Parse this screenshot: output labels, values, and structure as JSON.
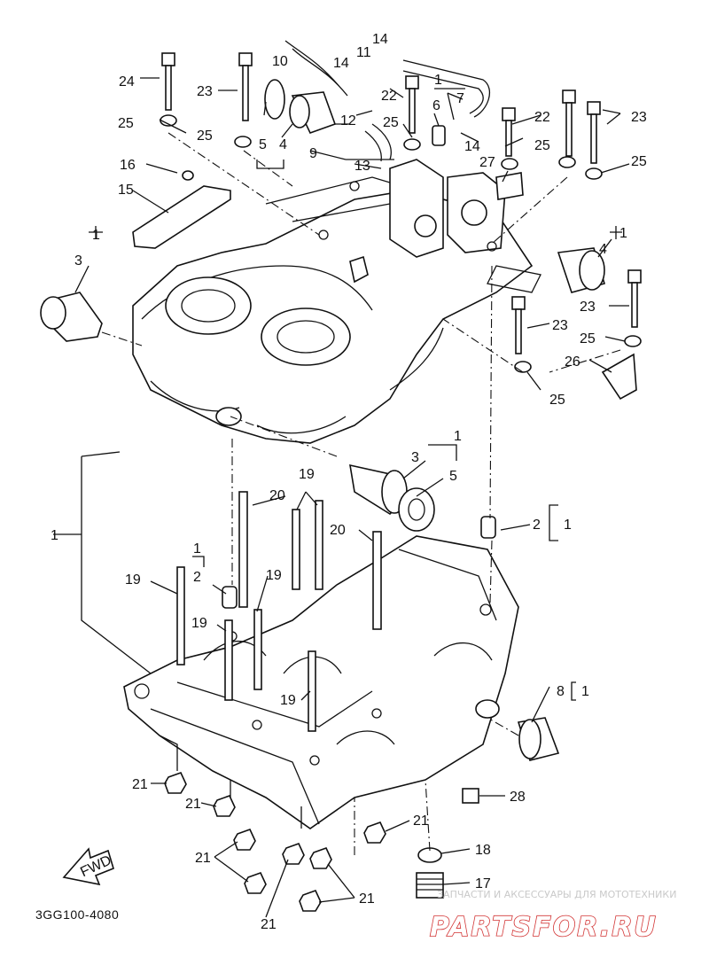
{
  "diagram": {
    "code": "3GG100-4080",
    "fwd_text": "FWD",
    "callouts": [
      {
        "id": "c24",
        "text": "24"
      },
      {
        "id": "c23a",
        "text": "23"
      },
      {
        "id": "c25a",
        "text": "25"
      },
      {
        "id": "c25b",
        "text": "25"
      },
      {
        "id": "c10",
        "text": "10"
      },
      {
        "id": "c11",
        "text": "11"
      },
      {
        "id": "c14a",
        "text": "14"
      },
      {
        "id": "c14b",
        "text": "14"
      },
      {
        "id": "c22a",
        "text": "22"
      },
      {
        "id": "c1a",
        "text": "1"
      },
      {
        "id": "c7",
        "text": "7"
      },
      {
        "id": "c6",
        "text": "6"
      },
      {
        "id": "c12",
        "text": "12"
      },
      {
        "id": "c25c",
        "text": "25"
      },
      {
        "id": "c5a",
        "text": "5"
      },
      {
        "id": "c4a",
        "text": "4"
      },
      {
        "id": "c9",
        "text": "9"
      },
      {
        "id": "c13",
        "text": "13"
      },
      {
        "id": "c14c",
        "text": "14"
      },
      {
        "id": "c22b",
        "text": "22"
      },
      {
        "id": "c23b",
        "text": "23"
      },
      {
        "id": "c25d",
        "text": "25"
      },
      {
        "id": "c25e",
        "text": "25"
      },
      {
        "id": "c27",
        "text": "27"
      },
      {
        "id": "c16",
        "text": "16"
      },
      {
        "id": "c15",
        "text": "15"
      },
      {
        "id": "c1b",
        "text": "1"
      },
      {
        "id": "c3a",
        "text": "3"
      },
      {
        "id": "c1c",
        "text": "1"
      },
      {
        "id": "c4b",
        "text": "4"
      },
      {
        "id": "c23c",
        "text": "23"
      },
      {
        "id": "c23d",
        "text": "23"
      },
      {
        "id": "c25f",
        "text": "25"
      },
      {
        "id": "c26",
        "text": "26"
      },
      {
        "id": "c25g",
        "text": "25"
      },
      {
        "id": "c1d",
        "text": "1"
      },
      {
        "id": "c3b",
        "text": "3"
      },
      {
        "id": "c5b",
        "text": "5"
      },
      {
        "id": "c19a",
        "text": "19"
      },
      {
        "id": "c20a",
        "text": "20"
      },
      {
        "id": "c2a",
        "text": "2"
      },
      {
        "id": "c1e",
        "text": "1"
      },
      {
        "id": "c20b",
        "text": "20"
      },
      {
        "id": "c1f",
        "text": "1"
      },
      {
        "id": "c1g",
        "text": "1"
      },
      {
        "id": "c2b",
        "text": "2"
      },
      {
        "id": "c19b",
        "text": "19"
      },
      {
        "id": "c19c",
        "text": "19"
      },
      {
        "id": "c19d",
        "text": "19"
      },
      {
        "id": "c19e",
        "text": "19"
      },
      {
        "id": "c8",
        "text": "8"
      },
      {
        "id": "c1h",
        "text": "1"
      },
      {
        "id": "c21a",
        "text": "21"
      },
      {
        "id": "c21b",
        "text": "21"
      },
      {
        "id": "c28",
        "text": "28"
      },
      {
        "id": "c21c",
        "text": "21"
      },
      {
        "id": "c18",
        "text": "18"
      },
      {
        "id": "c21d",
        "text": "21"
      },
      {
        "id": "c17",
        "text": "17"
      },
      {
        "id": "c21e",
        "text": "21"
      },
      {
        "id": "c21f",
        "text": "21"
      }
    ]
  },
  "watermark": {
    "tagline": "ЗАПЧАСТИ И АКСЕССУАРЫ ДЛЯ МОТОТЕХНИКИ",
    "brand": "PARTSFOR.RU"
  },
  "colors": {
    "line": "#111111",
    "watermark_red": "#d23232",
    "watermark_grey": "#c9c9c9"
  }
}
